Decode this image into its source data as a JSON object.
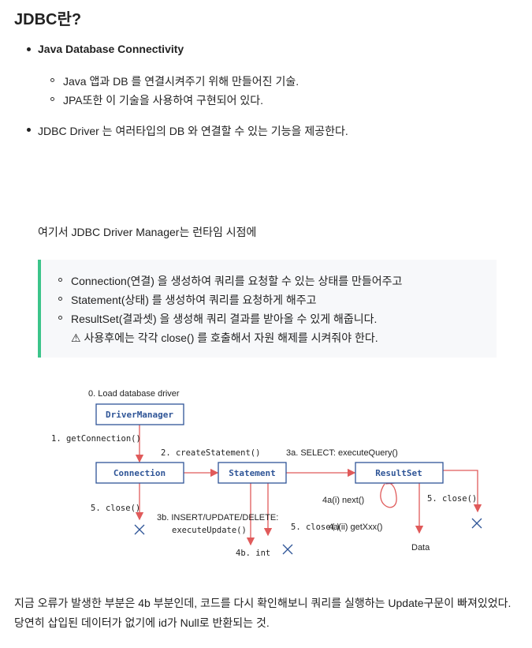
{
  "title": "JDBC란?",
  "bullets": {
    "b1": "Java Database Connectivity",
    "b1_sub": [
      "Java 앱과 DB 를 연결시켜주기 위해 만들어진 기술.",
      "JPA또한 이 기술을 사용하여 구현되어 있다."
    ],
    "b2": "JDBC Driver 는 여러타입의 DB 와 연결할 수 있는 기능을 제공한다."
  },
  "intro": "여기서 JDBC Driver Manager는 런타임 시점에",
  "quote": {
    "items": [
      "Connection(연결) 을 생성하여 쿼리를 요청할 수 있는 상태를 만들어주고",
      "Statement(상태) 를 생성하여 쿼리를 요청하게 해주고",
      "ResultSet(결과셋) 을 생성해 쿼리 결과를 받아올 수 있게 해줍니다."
    ],
    "warning": "⚠ 사용후에는 각각 close() 를 호출해서 자원 해제를 시켜줘야 한다."
  },
  "diagram": {
    "step0": "0. Load database driver",
    "driver_manager": "DriverManager",
    "step1": "1. getConnection()",
    "connection": "Connection",
    "step2": "2. createStatement()",
    "statement": "Statement",
    "step3a": "3a. SELECT: executeQuery()",
    "resultset": "ResultSet",
    "close_conn": "5. close()",
    "step3b_1": "3b. INSERT/UPDATE/DELETE:",
    "step3b_2": "executeUpdate()",
    "step4b": "4b. int",
    "close_stmt": "5. close()",
    "next": "4a(i) next()",
    "getxxx": "4a(ii) getXxx()",
    "data": "Data",
    "close_rs": "5. close()"
  },
  "footer": [
    "지금 오류가 발생한 부분은 4b 부분인데, 코드를 다시 확인해보니 쿼리를 실행하는 Update구문이 빠져있었다.",
    "당연히 삽입된 데이터가 없기에 id가 Null로 반환되는 것."
  ]
}
